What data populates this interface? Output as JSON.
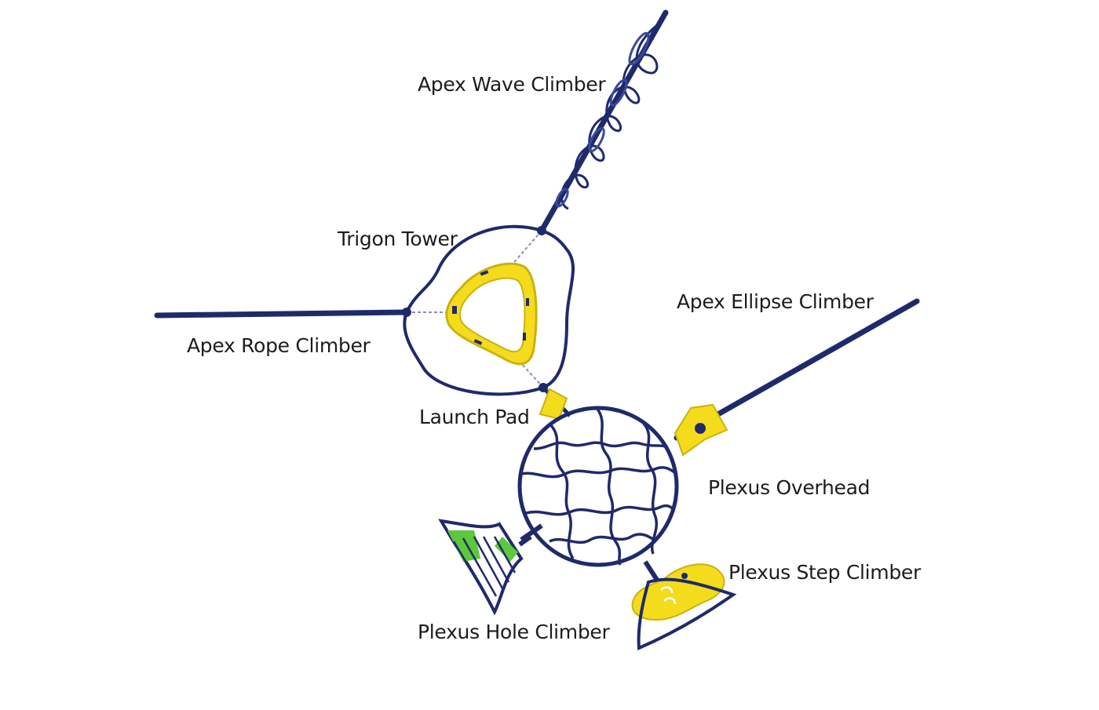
{
  "colors": {
    "frame": "#1f2a6b",
    "frame_light": "#3a4a9a",
    "accent_yellow": "#f4dc1c",
    "accent_yellow_dark": "#c9b210",
    "accent_green": "#5cc83a",
    "background": "#ffffff",
    "label": "#1c1c1c"
  },
  "labels": {
    "apex_wave_climber": "Apex Wave Climber",
    "trigon_tower": "Trigon Tower",
    "apex_ellipse_climber": "Apex Ellipse Climber",
    "apex_rope_climber": "Apex Rope Climber",
    "launch_pad": "Launch Pad",
    "plexus_overhead": "Plexus Overhead",
    "plexus_step_climber": "Plexus Step Climber",
    "plexus_hole_climber": "Plexus Hole Climber"
  }
}
